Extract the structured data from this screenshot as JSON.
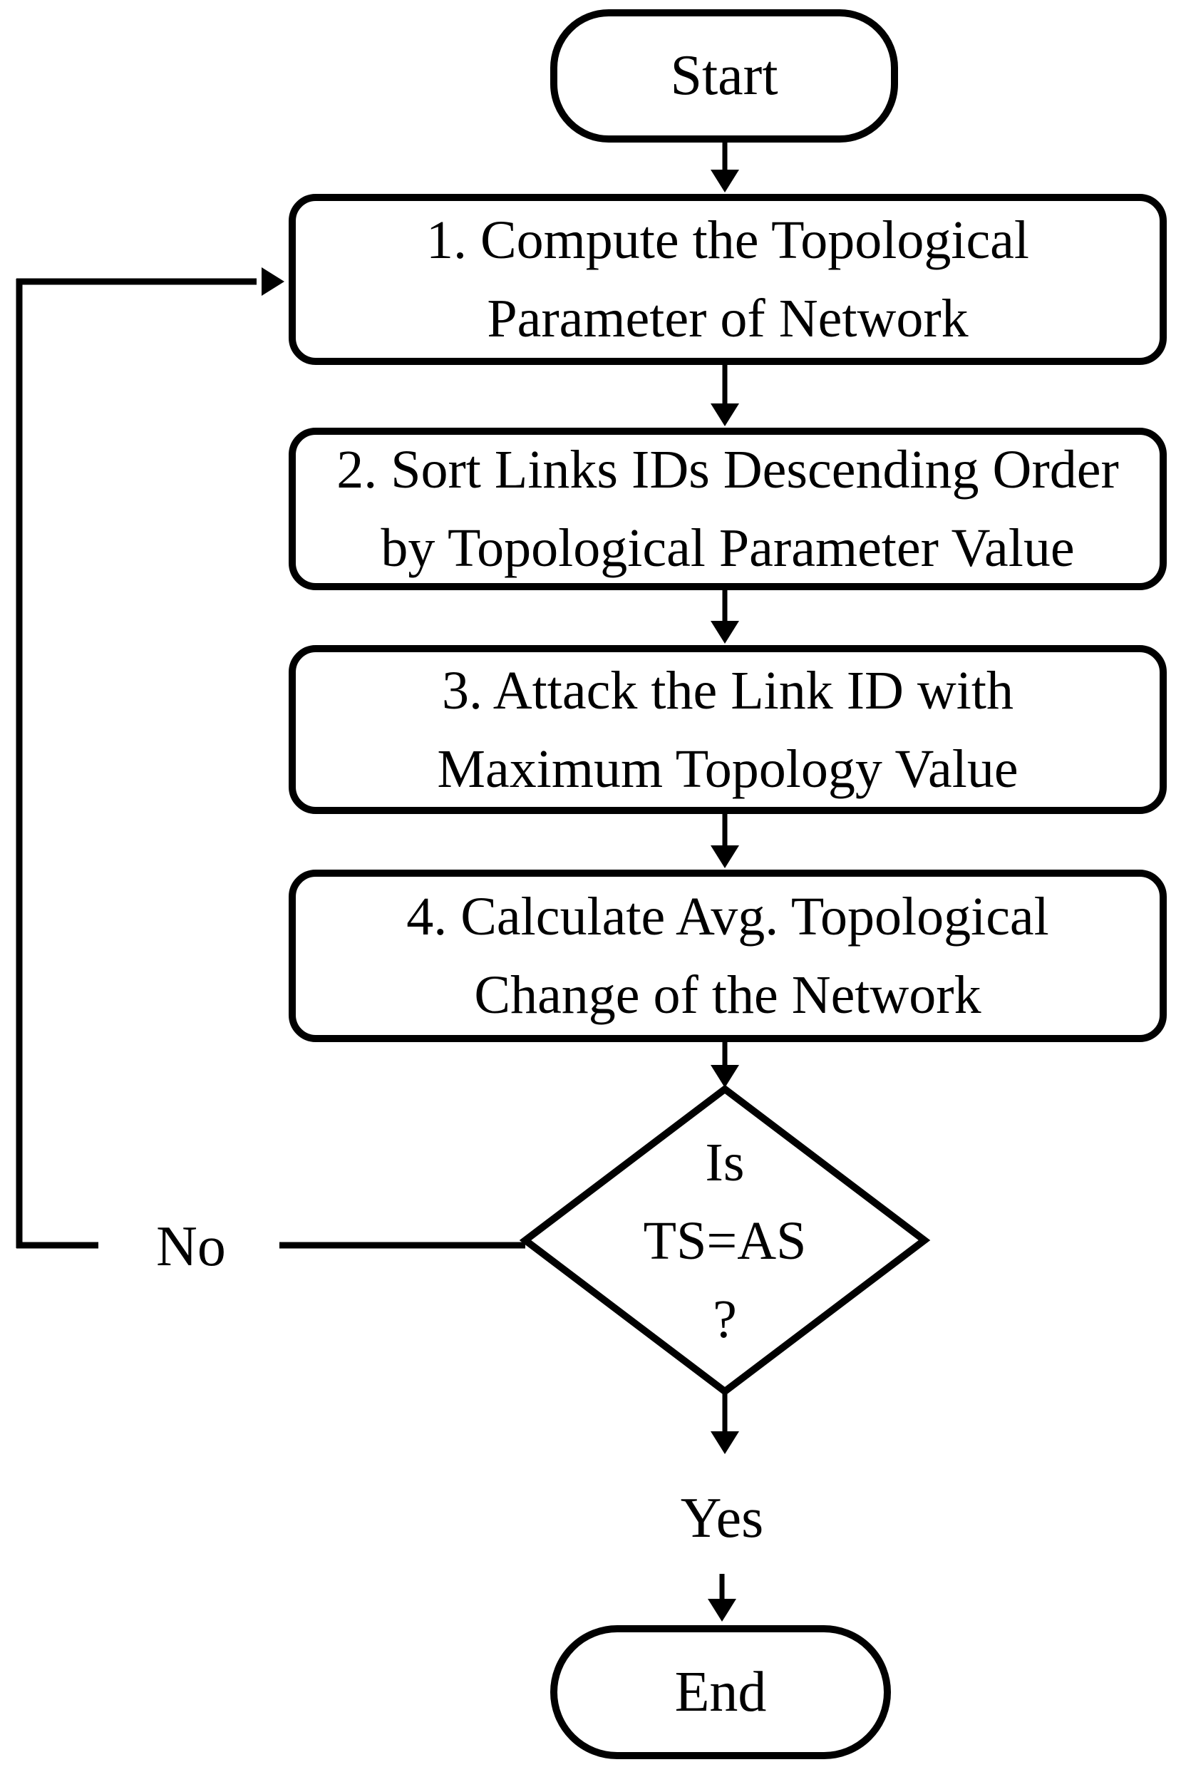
{
  "flowchart": {
    "nodes": {
      "start": {
        "label": "Start"
      },
      "step1": {
        "line1": "1. Compute the Topological",
        "line2": "Parameter of Network"
      },
      "step2": {
        "line1": "2. Sort Links IDs Descending Order",
        "line2": "by Topological Parameter Value"
      },
      "step3": {
        "line1": "3. Attack the Link ID with",
        "line2": "Maximum Topology Value"
      },
      "step4": {
        "line1": "4. Calculate Avg. Topological",
        "line2": "Change of the Network"
      },
      "decision": {
        "line1": "Is",
        "line2": "TS=AS",
        "line3": "?"
      },
      "end": {
        "label": "End"
      }
    },
    "edges": {
      "no_label": "No",
      "yes_label": "Yes"
    },
    "colors": {
      "stroke": "#000000",
      "text": "#000000",
      "background": "#ffffff"
    }
  }
}
